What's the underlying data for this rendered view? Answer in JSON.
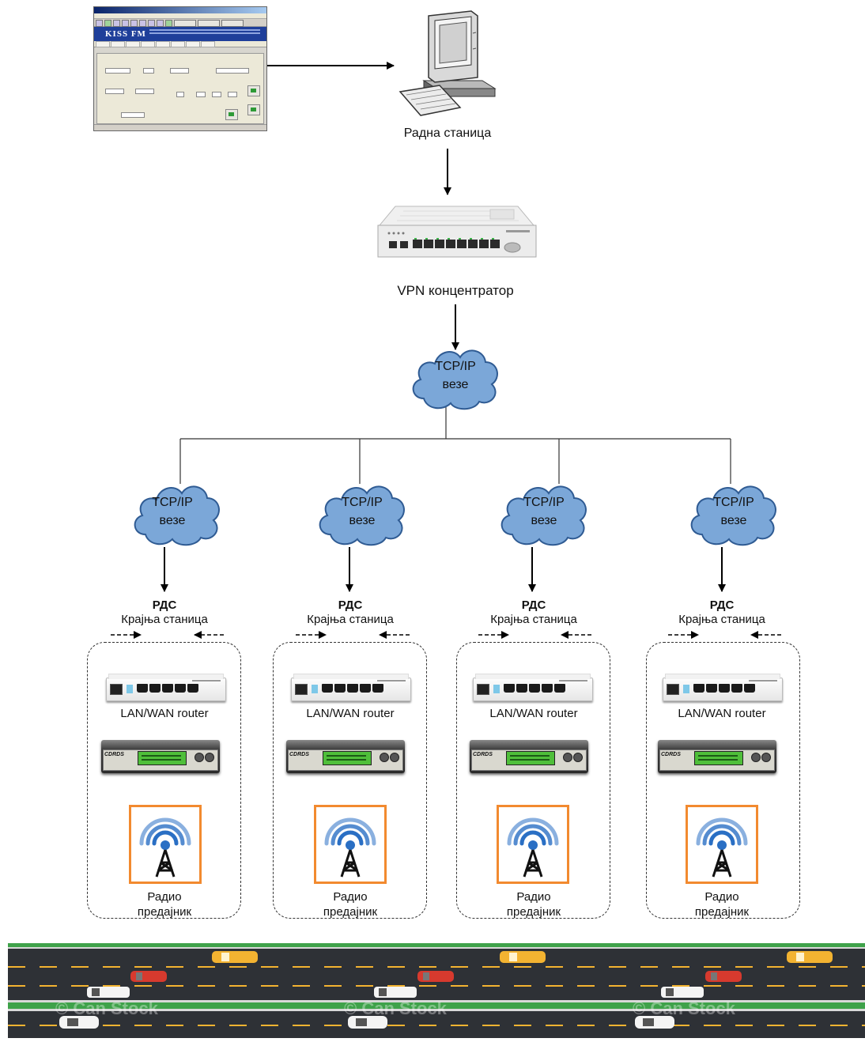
{
  "workstation": {
    "label": "Радна станица",
    "app_station_text": "KISS FM"
  },
  "concentrator": {
    "label": "VPN концентратор"
  },
  "main_cloud": {
    "line1": "TCP/IP",
    "line2": "везе"
  },
  "sites": [
    {
      "cloud_line1": "TCP/IP",
      "cloud_line2": "везе",
      "rds": "РДС",
      "end_station": "Крајња станица",
      "router": "LAN/WAN router",
      "encoder_logo": "CDRDS",
      "tx_line1": "Радио",
      "tx_line2": "предајник"
    },
    {
      "cloud_line1": "TCP/IP",
      "cloud_line2": "везе",
      "rds": "РДС",
      "end_station": "Крајња станица",
      "router": "LAN/WAN router",
      "encoder_logo": "CDRDS",
      "tx_line1": "Радио",
      "tx_line2": "предајник"
    },
    {
      "cloud_line1": "TCP/IP",
      "cloud_line2": "везе",
      "rds": "РДС",
      "end_station": "Крајња станица",
      "router": "LAN/WAN router",
      "encoder_logo": "CDRDS",
      "tx_line1": "Радио",
      "tx_line2": "предајник"
    },
    {
      "cloud_line1": "TCP/IP",
      "cloud_line2": "везе",
      "rds": "РДС",
      "end_station": "Крајња станица",
      "router": "LAN/WAN router",
      "encoder_logo": "CDRDS",
      "tx_line1": "Радио",
      "tx_line2": "предајник"
    }
  ],
  "watermark": "© Can Stock",
  "colors": {
    "cloud_fill": "#7ba7d8",
    "cloud_stroke": "#2f5b93",
    "antenna_border": "#f28a2f",
    "antenna_blue": "#2a6fc4",
    "road": "#2e3136",
    "lane_yellow": "#f3b331",
    "verge_green": "#3fa24a"
  }
}
